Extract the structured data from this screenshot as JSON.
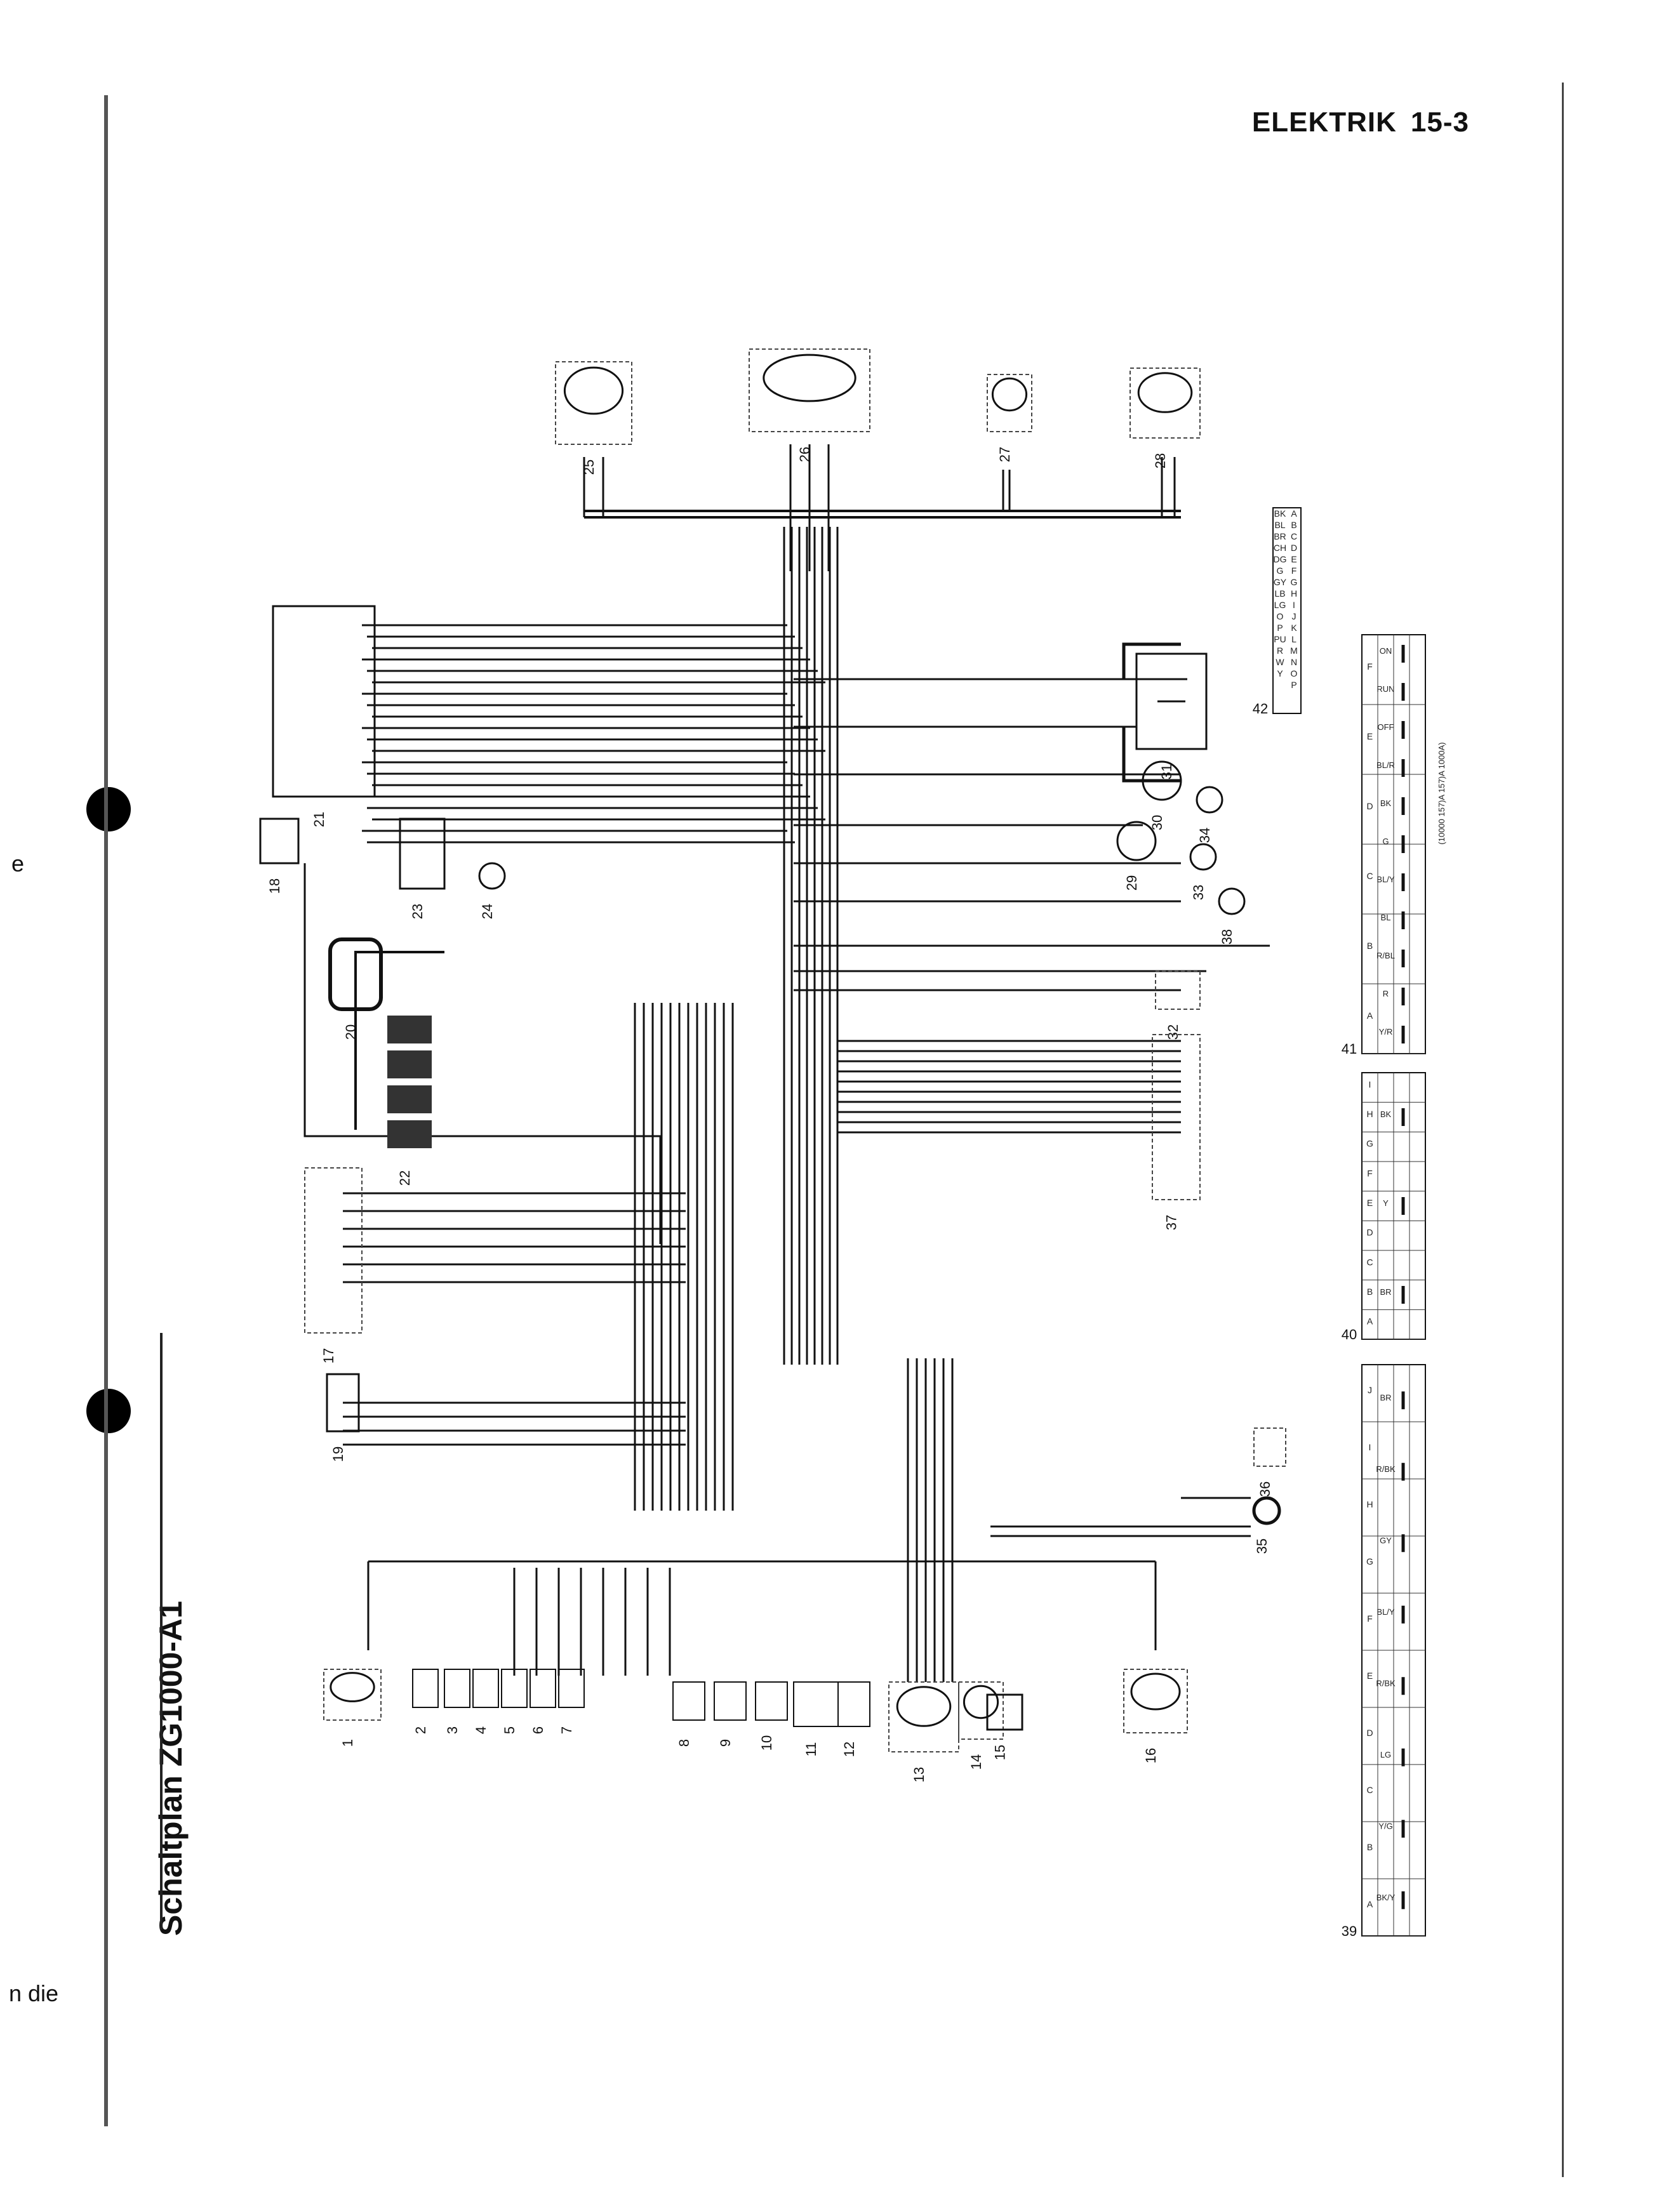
{
  "header": {
    "section": "ELEKTRIK",
    "page_no": "15-3"
  },
  "title": "Schaltplan ZG1000-A1",
  "margin": {
    "left_top": "e",
    "left_bottom": "n die"
  },
  "components": [
    {
      "id": "1",
      "kind": "lamp"
    },
    {
      "id": "2",
      "kind": "conn"
    },
    {
      "id": "3",
      "kind": "conn"
    },
    {
      "id": "4",
      "kind": "conn"
    },
    {
      "id": "5",
      "kind": "conn"
    },
    {
      "id": "6",
      "kind": "conn"
    },
    {
      "id": "7",
      "kind": "conn"
    },
    {
      "id": "8",
      "kind": "conn"
    },
    {
      "id": "9",
      "kind": "conn"
    },
    {
      "id": "10",
      "kind": "conn"
    },
    {
      "id": "11",
      "kind": "conn"
    },
    {
      "id": "12",
      "kind": "conn"
    },
    {
      "id": "13",
      "kind": "lamp"
    },
    {
      "id": "14",
      "kind": "lamp"
    },
    {
      "id": "15",
      "kind": "box"
    },
    {
      "id": "16",
      "kind": "lamp"
    },
    {
      "id": "17",
      "kind": "switch"
    },
    {
      "id": "18",
      "kind": "box"
    },
    {
      "id": "19",
      "kind": "box"
    },
    {
      "id": "20",
      "kind": "coil"
    },
    {
      "id": "21",
      "kind": "box"
    },
    {
      "id": "22",
      "kind": "plugs"
    },
    {
      "id": "23",
      "kind": "box"
    },
    {
      "id": "24",
      "kind": "circle"
    },
    {
      "id": "25",
      "kind": "lamp"
    },
    {
      "id": "26",
      "kind": "lamp"
    },
    {
      "id": "27",
      "kind": "lamp"
    },
    {
      "id": "28",
      "kind": "lamp"
    },
    {
      "id": "29",
      "kind": "circle"
    },
    {
      "id": "30",
      "kind": "circle"
    },
    {
      "id": "31",
      "kind": "battery"
    },
    {
      "id": "32",
      "kind": "switch"
    },
    {
      "id": "33",
      "kind": "circle"
    },
    {
      "id": "34",
      "kind": "circle"
    },
    {
      "id": "35",
      "kind": "horn"
    },
    {
      "id": "36",
      "kind": "switch"
    },
    {
      "id": "37",
      "kind": "switch"
    },
    {
      "id": "38",
      "kind": "circle"
    }
  ],
  "colour_code": {
    "label": "42",
    "codes": [
      "BK",
      "BL",
      "BR",
      "CH",
      "DG",
      "G",
      "GY",
      "LB",
      "LG",
      "O",
      "P",
      "PU",
      "R",
      "W",
      "Y"
    ],
    "letters": [
      "A",
      "B",
      "C",
      "D",
      "E",
      "F",
      "G",
      "H",
      "I",
      "J",
      "K",
      "L",
      "M",
      "N",
      "O",
      "P"
    ]
  },
  "switch_tables": [
    {
      "label": "41",
      "cols": [
        "A",
        "B",
        "C",
        "D",
        "E",
        "F"
      ],
      "rows": [
        "Y/R",
        "R",
        "R/BL",
        "BL",
        "BL/Y",
        "G",
        "BK",
        "BL/R",
        "OFF",
        "RUN",
        "ON"
      ]
    },
    {
      "label": "40",
      "cols": [
        "A",
        "B",
        "C",
        "D",
        "E",
        "F",
        "G",
        "H",
        "I"
      ],
      "rows": [
        "BR",
        "Y",
        "BK"
      ]
    },
    {
      "label": "39",
      "cols": [
        "A",
        "B",
        "C",
        "D",
        "E",
        "F",
        "G",
        "H",
        "I",
        "J"
      ],
      "rows": [
        "BK/Y",
        "Y/G",
        "LG",
        "R/BK",
        "BL/Y",
        "GY",
        "R/BK",
        "BR"
      ]
    }
  ],
  "footnote": "(10000 157)A 157)A 1000A)"
}
